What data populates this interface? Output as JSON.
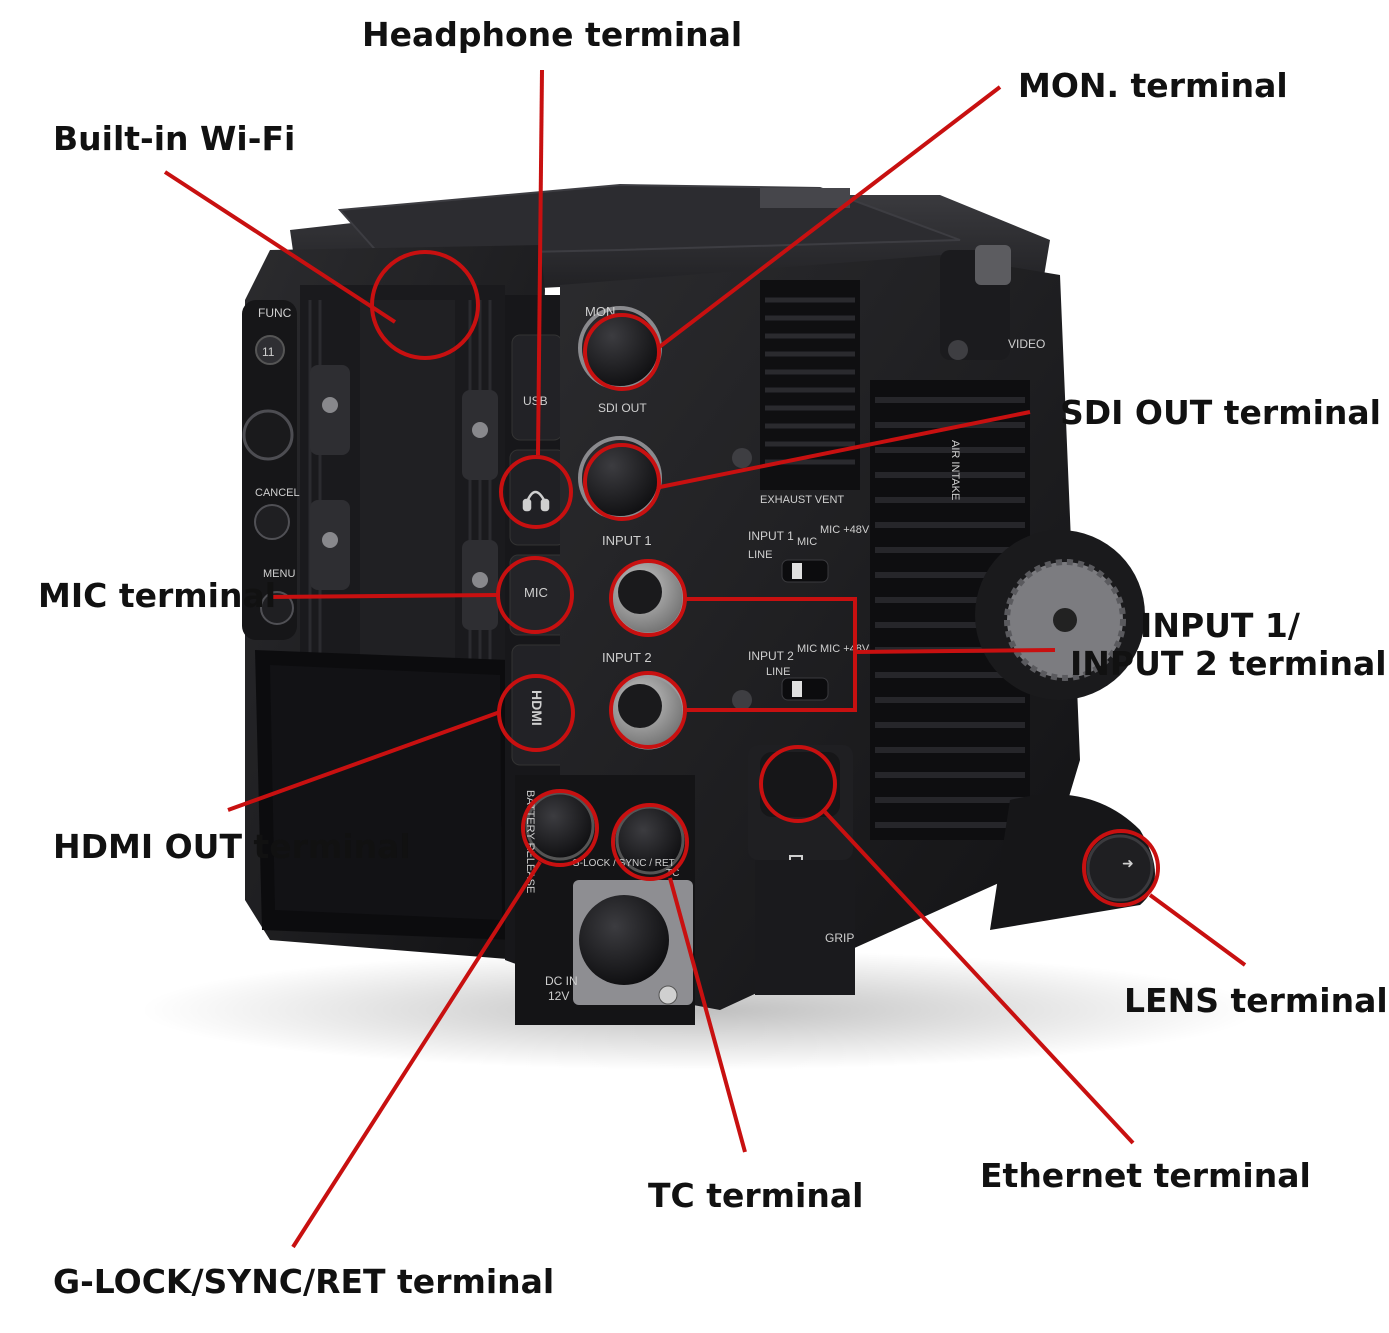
{
  "labels": {
    "headphone": "Headphone terminal",
    "wifi": "Built-in Wi-Fi",
    "mon": "MON. terminal",
    "sdi": "SDI OUT terminal",
    "mic": "MIC terminal",
    "input_line1": "INPUT 1/",
    "input_line2": "INPUT 2 terminal",
    "hdmi": "HDMI OUT terminal",
    "lens": "LENS terminal",
    "tc": "TC terminal",
    "ethernet": "Ethernet terminal",
    "glock": "G-LOCK/SYNC/RET terminal"
  },
  "camera_markings": {
    "func": "FUNC",
    "func_num": "11",
    "cancel": "CANCEL",
    "menu": "MENU",
    "usb": "USB",
    "mon": "MON",
    "sdi_out": "SDI OUT",
    "exhaust": "EXHAUST VENT",
    "input1": "INPUT 1",
    "input2": "INPUT 2",
    "line": "LINE",
    "mic_switch": "MIC",
    "mic_48v": "MIC +48V",
    "mic_port": "MIC",
    "hdmi_logo": "HDMI",
    "battery": "BATTERY RELEASE",
    "dc_in": "DC IN",
    "dc_12v": "12V",
    "grip": "GRIP",
    "video": "VIDEO",
    "air_intake": "AIR INTAKE",
    "glock_tc": "G-LOCK / SYNC / RET",
    "tc_short": "TC"
  },
  "colors": {
    "callout": "#c81010",
    "body": "#1c1c1e",
    "body_dark": "#101012",
    "panel": "#2a2a2d",
    "background": "#ffffff"
  },
  "icons": [
    "headphone-icon",
    "ethernet-icon",
    "lens-arrow-icon"
  ]
}
